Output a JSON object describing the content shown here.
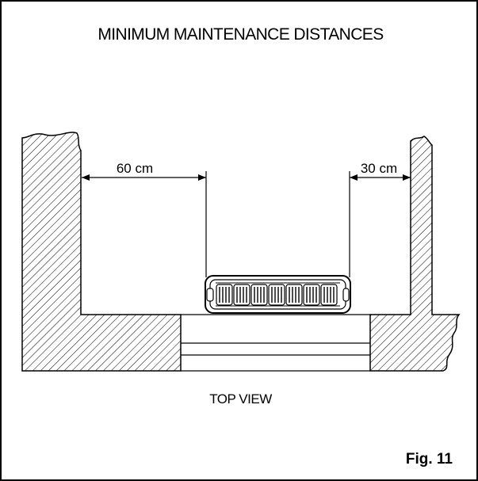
{
  "title": "MINIMUM MAINTENANCE DISTANCES",
  "view_label": "TOP VIEW",
  "figure_label": "Fig. 11",
  "dimensions": {
    "left": "60 cm",
    "right": "30 cm"
  },
  "colors": {
    "line": "#000000",
    "background": "#ffffff"
  }
}
